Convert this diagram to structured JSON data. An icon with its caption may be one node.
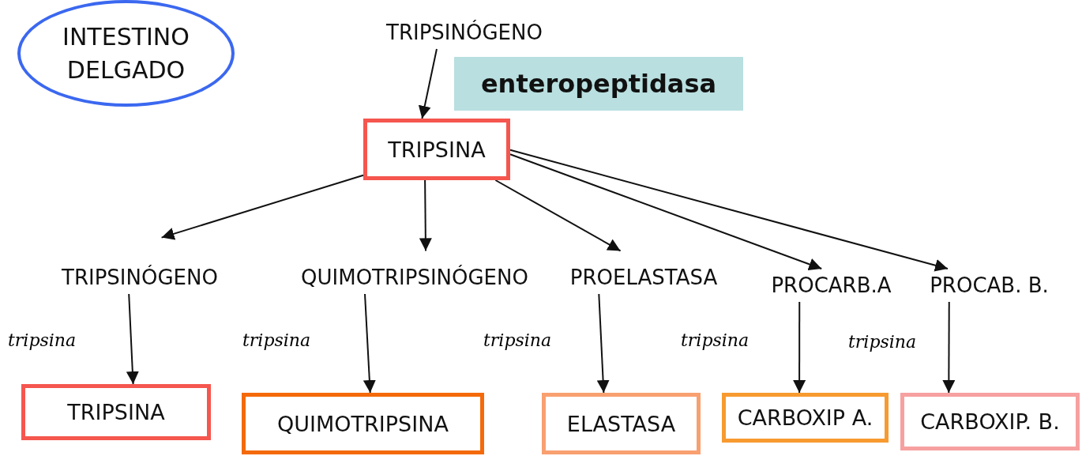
{
  "diagram": {
    "nodes": [
      {
        "text": [
          "INTESTINO DELGADO"
        ]
      },
      {
        "text": [
          "TRIPSINÓGENO"
        ]
      },
      {
        "text": [
          "enteropeptidasa"
        ]
      },
      {
        "text": [
          "TRIPSINA"
        ]
      },
      {
        "text": [
          "TRIPSINÓGENO"
        ]
      },
      {
        "text": [
          "QUIMOTRIPSINÓGENO"
        ]
      },
      {
        "text": [
          "PROELASTASA"
        ]
      },
      {
        "text": [
          "PROCARB.A"
        ]
      },
      {
        "text": [
          "PROCAB. B."
        ]
      },
      {
        "text": [
          "TRIPSINA"
        ]
      },
      {
        "text": [
          "QUIMOTRIPSINA"
        ]
      },
      {
        "text": [
          "ELASTASA"
        ]
      },
      {
        "text": [
          "CARBOXIP A."
        ]
      },
      {
        "text": [
          "CARBOXIP. B."
        ]
      }
    ],
    "edges": [
      {
        "from": 1,
        "to": 3,
        "arrow": "to"
      },
      {
        "from": 3,
        "to": 4,
        "arrow": "to"
      },
      {
        "from": 3,
        "to": 5,
        "arrow": "to"
      },
      {
        "from": 3,
        "to": 6,
        "arrow": "to"
      },
      {
        "from": 3,
        "to": 7,
        "arrow": "to"
      },
      {
        "from": 3,
        "to": 8,
        "arrow": "to"
      },
      {
        "from": 4,
        "to": 9,
        "arrow": "to",
        "label": "tripsina"
      },
      {
        "from": 5,
        "to": 10,
        "arrow": "to",
        "label": "tripsina"
      },
      {
        "from": 6,
        "to": 11,
        "arrow": "to",
        "label": "tripsina"
      },
      {
        "from": 7,
        "to": 12,
        "arrow": "to",
        "label": "tripsina"
      },
      {
        "from": 8,
        "to": 13,
        "arrow": "to",
        "label": "tripsina"
      }
    ]
  }
}
